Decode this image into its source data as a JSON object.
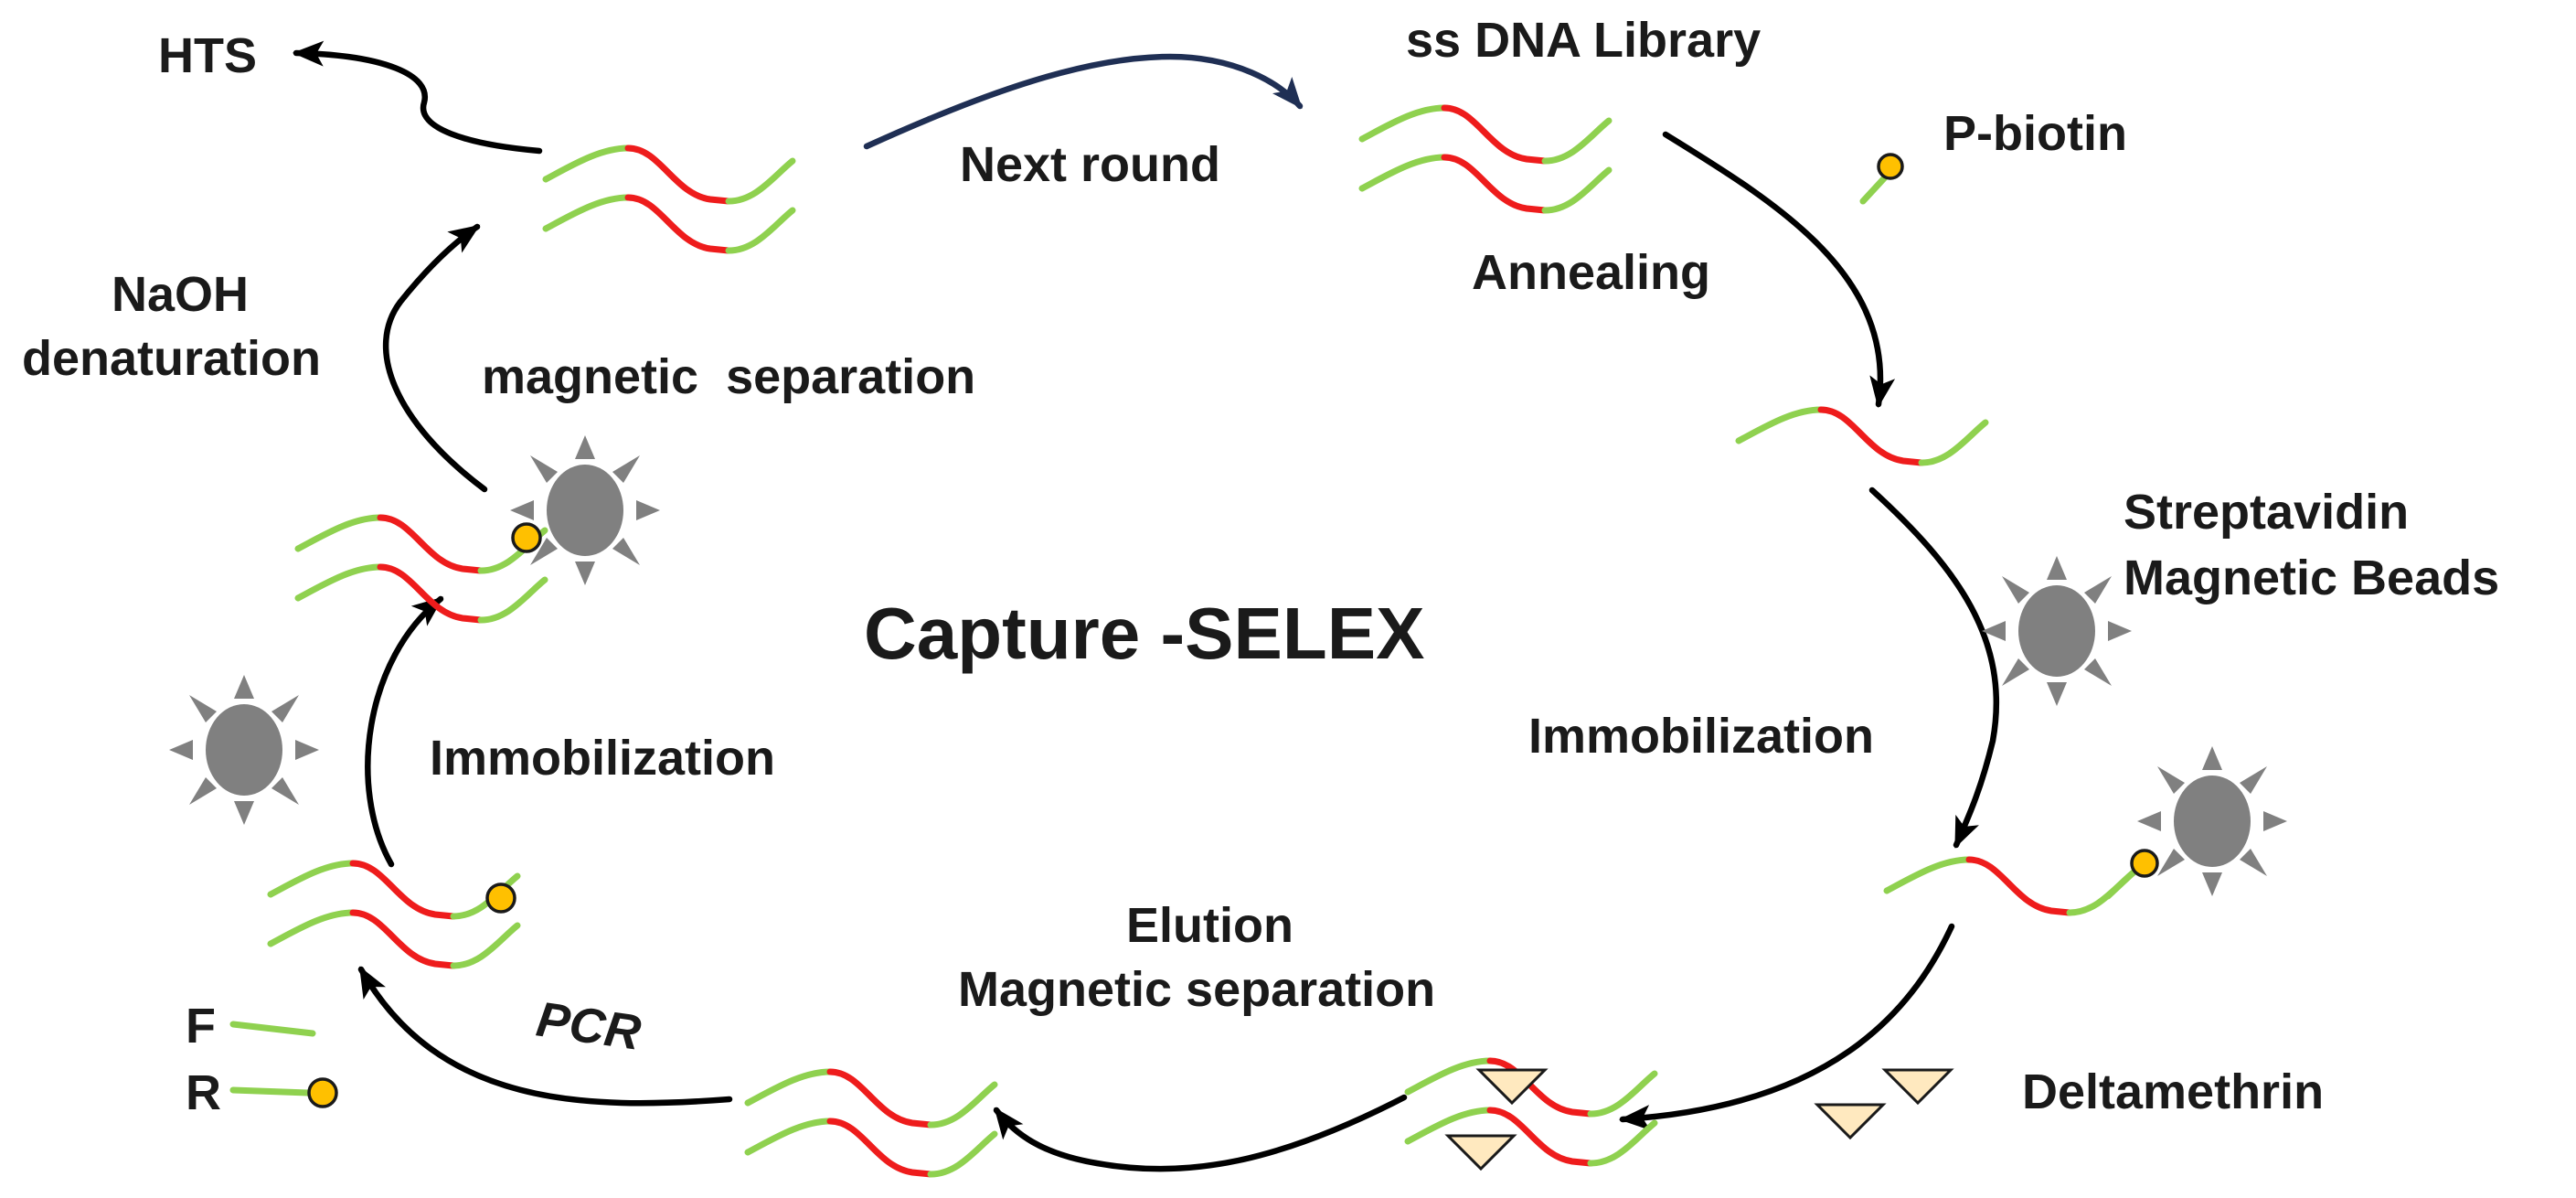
{
  "diagram": {
    "title": "Capture -SELEX",
    "labels": {
      "hts": "HTS",
      "ss_dna_library": "ss DNA Library",
      "p_biotin": "P-biotin",
      "next_round": "Next round",
      "annealing": "Annealing",
      "naoh_line1": "NaOH",
      "naoh_line2": "denaturation",
      "magnetic_separation": "magnetic  separation",
      "streptavidin_line1": "Streptavidin",
      "streptavidin_line2": "Magnetic Beads",
      "immobilization_left": "Immobilization",
      "immobilization_right": "Immobilization",
      "elution_line1": "Elution",
      "elution_line2": "Magnetic separation",
      "pcr": "PCR",
      "deltamethrin": "Deltamethrin",
      "primer_f": "F",
      "primer_r": "R"
    },
    "colors": {
      "flank_region": "#8fd14f",
      "random_region": "#ee1c1c",
      "biotin": "#ffc000",
      "bead": "#808080",
      "target_molecule": "#ffe9bf",
      "arrow": "#000000",
      "next_round_arrow": "#1f2f54"
    }
  }
}
